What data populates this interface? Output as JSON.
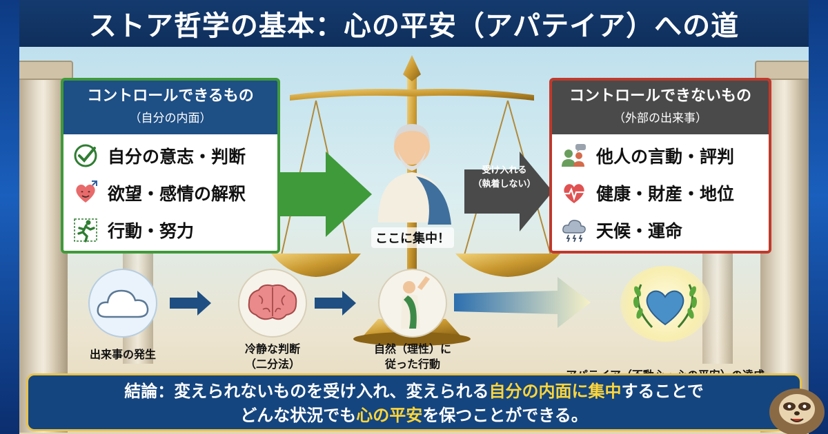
{
  "header": {
    "title": "ストア哲学の基本：心の平安（アパテイア）への道"
  },
  "left_box": {
    "title": "コントロールできるもの",
    "subtitle": "（自分の内面）",
    "items": [
      {
        "icon": "check-icon",
        "label": "自分の意志・判断"
      },
      {
        "icon": "heart-face-icon",
        "label": "欲望・感情の解釈"
      },
      {
        "icon": "running-person-icon",
        "label": "行動・努力"
      }
    ]
  },
  "right_box": {
    "title": "コントロールできないもの",
    "subtitle": "（外部の出来事）",
    "items": [
      {
        "icon": "people-speech-icon",
        "label": "他人の言動・評判"
      },
      {
        "icon": "heartbeat-icon",
        "label": "健康・財産・地位"
      },
      {
        "icon": "storm-cloud-icon",
        "label": "天候・運命"
      }
    ]
  },
  "center": {
    "focus_label": "ここに集中！",
    "accept_line1": "受け入れる",
    "accept_line2": "（執着しない）"
  },
  "flow": [
    {
      "icon": "cloud-icon",
      "line1": "出来事の発生",
      "line2": ""
    },
    {
      "icon": "brain-icon",
      "line1": "冷静な判断",
      "line2": "（二分法）"
    },
    {
      "icon": "philosopher-raising-fist-icon",
      "line1": "自然（理性）に",
      "line2": "従った行動"
    },
    {
      "icon": "laurel-heart-icon",
      "line1": "アパテイア（不動心・心の平安）の達成",
      "line2": ""
    }
  ],
  "conclusion": {
    "line1_a": "結論：変えられないものを受け入れ、変えられる",
    "line1_hl": "自分の内面に集中",
    "line1_b": "することで",
    "line2_a": "どんな状況でも",
    "line2_hl": "心の平安",
    "line2_b": "を保つことができる。"
  },
  "colors": {
    "header_bg": "#143a6e",
    "green_accent": "#3f9a3a",
    "red_accent": "#c0392b",
    "highlight": "#ffd63a"
  }
}
